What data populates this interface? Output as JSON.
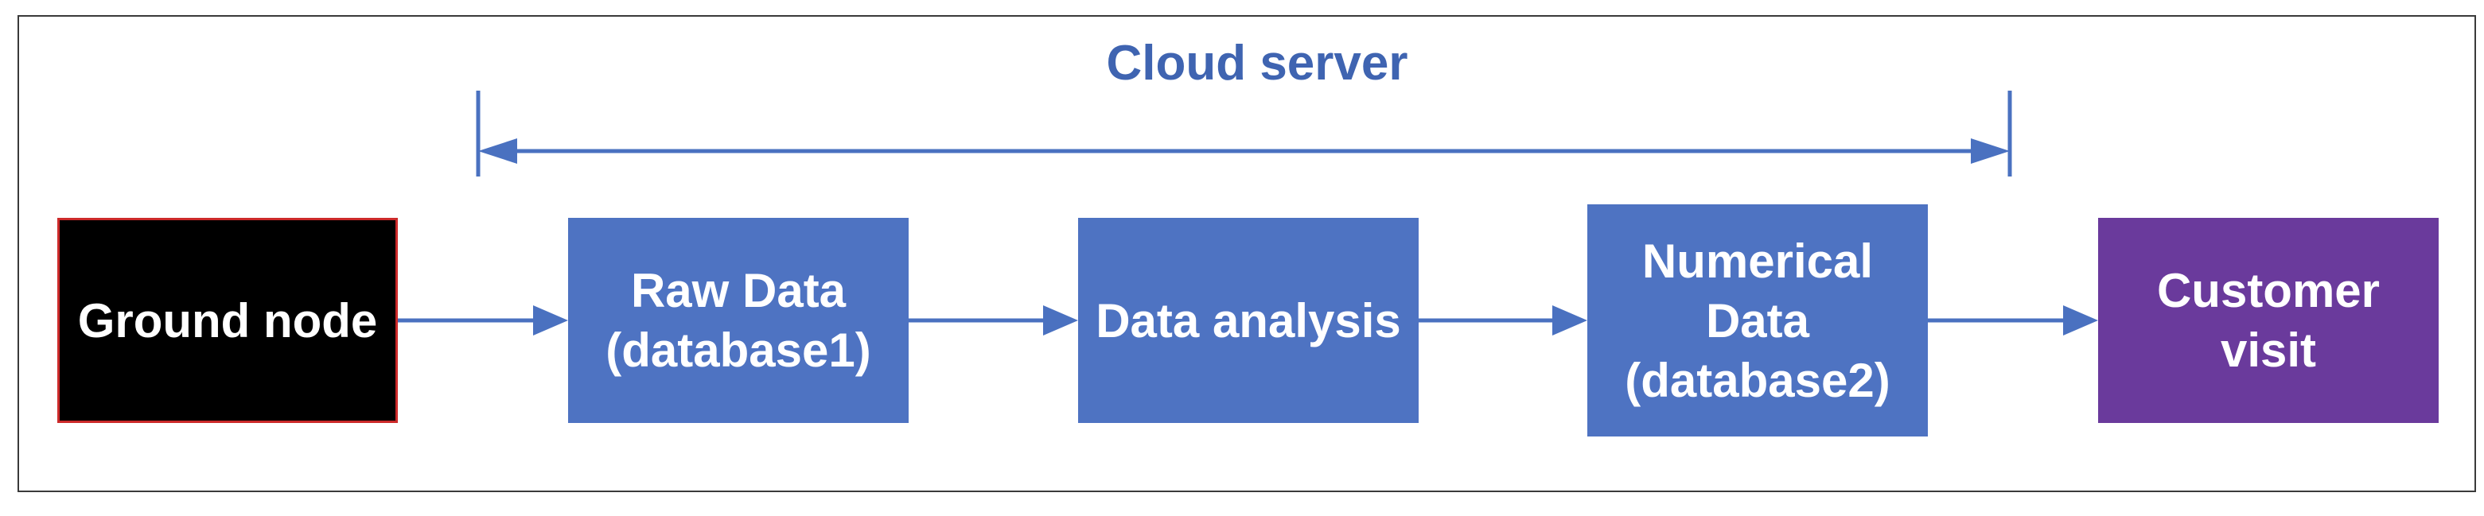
{
  "title": "Cloud server",
  "nodes": {
    "ground": "Ground node",
    "raw": "Raw Data\n(database1)",
    "analysis": "Data analysis",
    "numerical": "Numerical\nData\n(database2)",
    "customer": "Customer\nvisit"
  },
  "colors": {
    "line": "#4a71c0",
    "process_box": "#4e73c2",
    "source_box": "#000000",
    "source_border": "#cc2a2a",
    "customer_box": "#6a3a9c",
    "title": "#3f64b1"
  },
  "flow": [
    "ground",
    "raw",
    "analysis",
    "numerical",
    "customer"
  ]
}
